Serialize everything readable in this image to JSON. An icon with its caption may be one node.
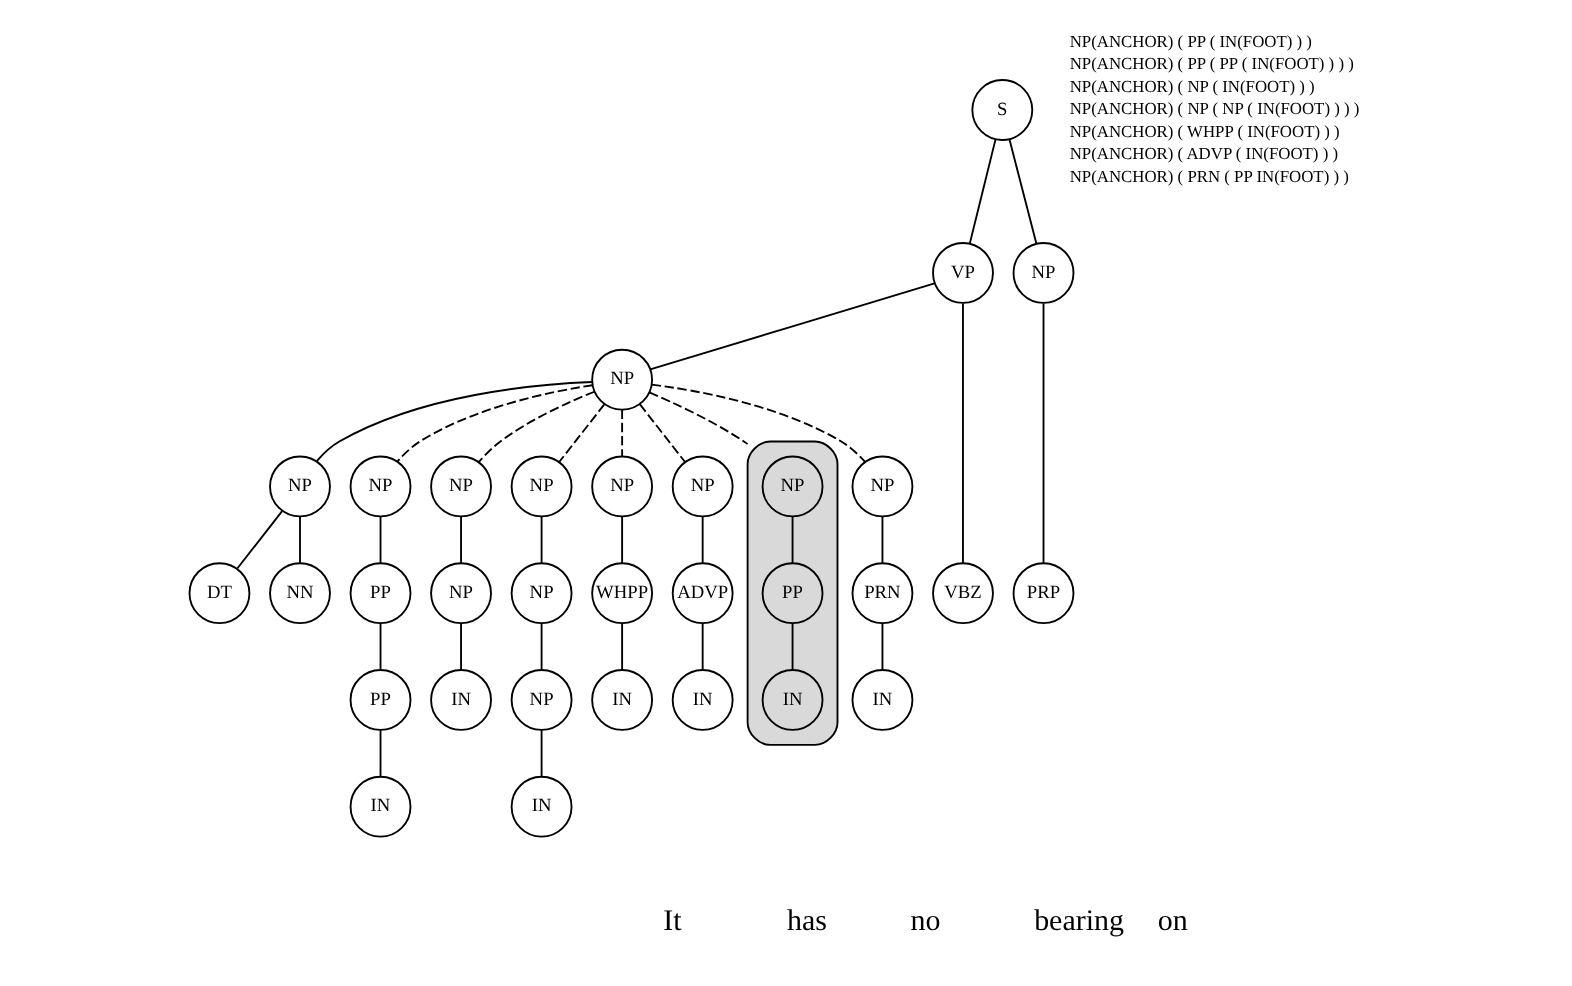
{
  "diagram": {
    "nodes": [
      {
        "text": [
          "S"
        ]
      },
      {
        "text": [
          "VP"
        ]
      },
      {
        "text": [
          "NP"
        ]
      },
      {
        "text": [
          "NP"
        ]
      },
      {
        "text": [
          "NP"
        ]
      },
      {
        "text": [
          "PRP"
        ]
      },
      {
        "text": [
          "VBZ"
        ]
      },
      {
        "text": [
          "DT"
        ]
      },
      {
        "text": [
          "NN"
        ]
      },
      {
        "text": [],
        "shape": "box"
      },
      {
        "text": [
          "NP"
        ],
        "in": 9
      },
      {
        "text": [
          "PP"
        ],
        "in": 9
      },
      {
        "text": [
          "IN"
        ],
        "in": 9
      },
      {
        "text": [
          "NP"
        ]
      },
      {
        "text": [
          "PP"
        ]
      },
      {
        "text": [
          "PP"
        ]
      },
      {
        "text": [
          "IN"
        ]
      },
      {
        "text": [
          "NP"
        ]
      },
      {
        "text": [
          "NP"
        ]
      },
      {
        "text": [
          "IN"
        ]
      },
      {
        "text": [
          "NP"
        ]
      },
      {
        "text": [
          "NP"
        ]
      },
      {
        "text": [
          "NP"
        ]
      },
      {
        "text": [
          "IN"
        ]
      },
      {
        "text": [
          "NP"
        ]
      },
      {
        "text": [
          "WHPP"
        ]
      },
      {
        "text": [
          "IN"
        ]
      },
      {
        "text": [
          "NP"
        ]
      },
      {
        "text": [
          "ADVP"
        ]
      },
      {
        "text": [
          "IN"
        ]
      },
      {
        "text": [
          "NP"
        ]
      },
      {
        "text": [
          "PRN"
        ]
      },
      {
        "text": [
          "IN"
        ]
      }
    ],
    "edges": [
      {
        "from": 0,
        "to": 1,
        "arrow": "none"
      },
      {
        "from": 0,
        "to": 4,
        "arrow": "none"
      },
      {
        "from": 1,
        "to": 6,
        "arrow": "none"
      },
      {
        "from": 1,
        "to": 2,
        "arrow": "none"
      },
      {
        "from": 2,
        "to": 3,
        "arrow": "none"
      },
      {
        "from": 3,
        "to": 7,
        "arrow": "none"
      },
      {
        "from": 3,
        "to": 8,
        "arrow": "none"
      },
      {
        "from": 4,
        "to": 5,
        "arrow": "none"
      },
      {
        "from": 2,
        "to": 9,
        "arrow": "none",
        "style": "dashed"
      },
      {
        "from": 2,
        "to": 13,
        "arrow": "none",
        "style": "dashed"
      },
      {
        "from": 2,
        "to": 17,
        "arrow": "none",
        "style": "dashed"
      },
      {
        "from": 2,
        "to": 20,
        "arrow": "none",
        "style": "dashed"
      },
      {
        "from": 2,
        "to": 24,
        "arrow": "none",
        "style": "dashed"
      },
      {
        "from": 2,
        "to": 27,
        "arrow": "none",
        "style": "dashed"
      },
      {
        "from": 2,
        "to": 30,
        "arrow": "none",
        "style": "dashed"
      },
      {
        "from": 10,
        "to": 11,
        "arrow": "none"
      },
      {
        "from": 11,
        "to": 12,
        "arrow": "none"
      },
      {
        "from": 13,
        "to": 14,
        "arrow": "none"
      },
      {
        "from": 14,
        "to": 15,
        "arrow": "none"
      },
      {
        "from": 15,
        "to": 16,
        "arrow": "none"
      },
      {
        "from": 17,
        "to": 18,
        "arrow": "none"
      },
      {
        "from": 18,
        "to": 19,
        "arrow": "none"
      },
      {
        "from": 20,
        "to": 21,
        "arrow": "none"
      },
      {
        "from": 21,
        "to": 22,
        "arrow": "none"
      },
      {
        "from": 22,
        "to": 23,
        "arrow": "none"
      },
      {
        "from": 24,
        "to": 25,
        "arrow": "none"
      },
      {
        "from": 25,
        "to": 26,
        "arrow": "none"
      },
      {
        "from": 27,
        "to": 28,
        "arrow": "none"
      },
      {
        "from": 28,
        "to": 29,
        "arrow": "none"
      },
      {
        "from": 30,
        "to": 31,
        "arrow": "none"
      },
      {
        "from": 31,
        "to": 32,
        "arrow": "none"
      }
    ],
    "labels": [
      "NP(ANCHOR) ( PP ( IN(FOOT) ) )",
      "NP(ANCHOR) ( PP ( PP ( IN(FOOT) ) ) )",
      "NP(ANCHOR) ( NP ( IN(FOOT) ) )",
      "NP(ANCHOR) ( NP ( NP ( IN(FOOT) ) ) )",
      "NP(ANCHOR) ( WHPP ( IN(FOOT) ) )",
      "NP(ANCHOR) ( ADVP ( IN(FOOT) ) )",
      "NP(ANCHOR) ( PRN ( PP IN(FOOT) ) )",
      "It",
      "has",
      "no",
      "bearing",
      "on"
    ]
  }
}
